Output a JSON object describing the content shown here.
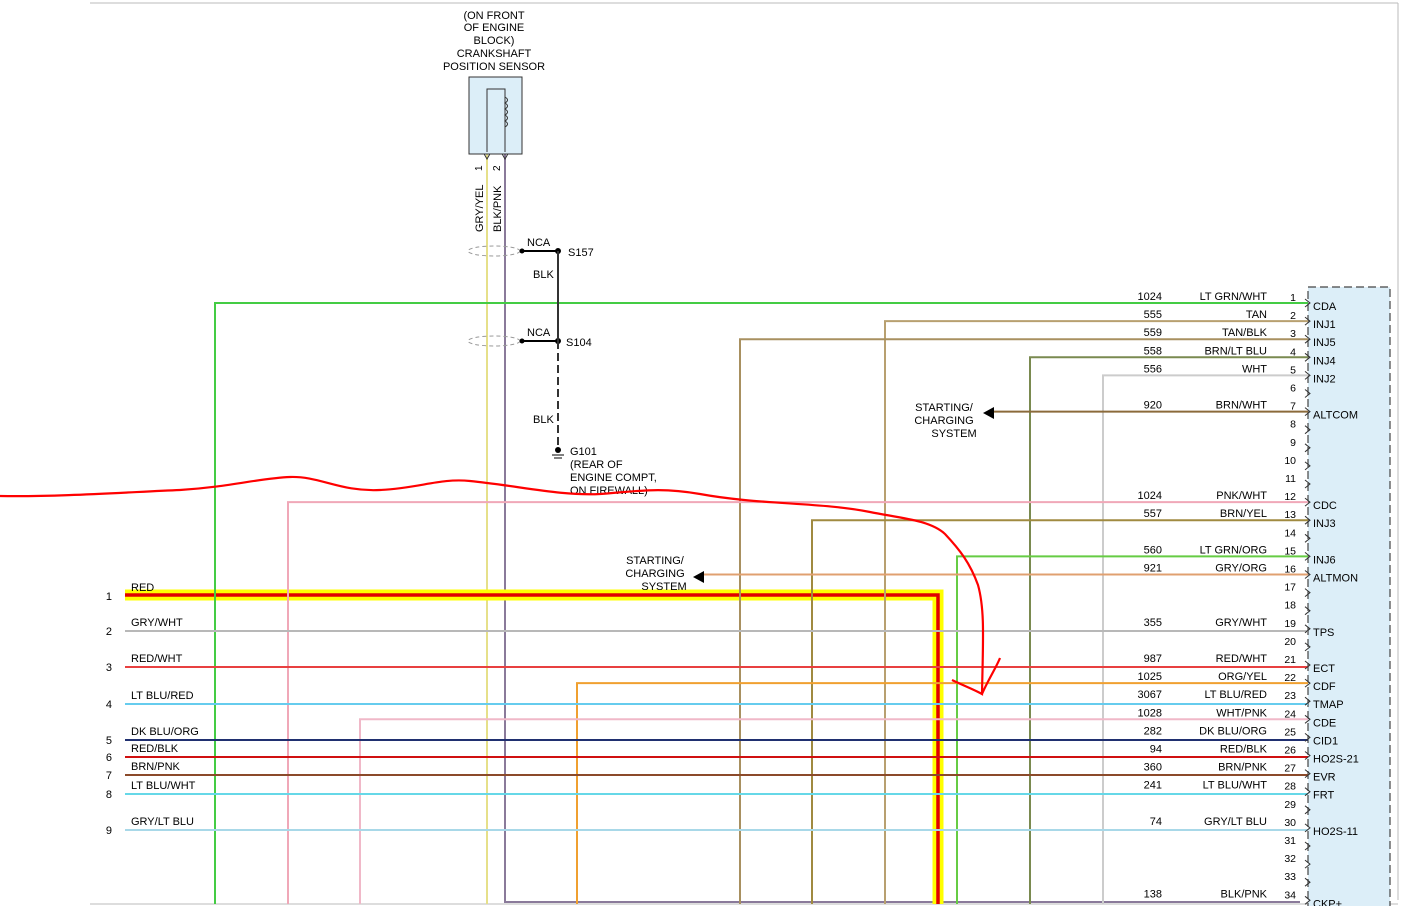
{
  "sensor": {
    "label_lines": [
      "(ON FRONT",
      "OF ENGINE",
      "BLOCK)",
      "CRANKSHAFT",
      "POSITION SENSOR"
    ],
    "pins": [
      "1",
      "2"
    ],
    "wires": [
      "GRY/YEL",
      "BLK/PNK"
    ]
  },
  "ground": {
    "nca_1": "NCA",
    "nca_2": "NCA",
    "splice_1": "S157",
    "splice_2": "S104",
    "wire_1": "BLK",
    "wire_2": "BLK",
    "ground_label_lines": [
      "G101",
      "(REAR OF",
      "ENGINE COMPT,",
      "ON FIREWALL)"
    ]
  },
  "arrow_labels": {
    "upper": [
      "STARTING/",
      "CHARGING",
      "SYSTEM"
    ],
    "lower": [
      "STARTING/",
      "CHARGING",
      "SYSTEM"
    ]
  },
  "left_connector": [
    {
      "pin": "1",
      "wire": "RED",
      "color": "#e00000"
    },
    {
      "pin": "2",
      "wire": "GRY/WHT",
      "color": "#b8b8b8"
    },
    {
      "pin": "3",
      "wire": "RED/WHT",
      "color": "#e84040"
    },
    {
      "pin": "4",
      "wire": "LT BLU/RED",
      "color": "#66ccee"
    },
    {
      "pin": "5",
      "wire": "DK BLU/ORG",
      "color": "#203070"
    },
    {
      "pin": "6",
      "wire": "RED/BLK",
      "color": "#d01010"
    },
    {
      "pin": "7",
      "wire": "BRN/PNK",
      "color": "#8b4a2a"
    },
    {
      "pin": "8",
      "wire": "LT BLU/WHT",
      "color": "#66d8e8"
    },
    {
      "pin": "9",
      "wire": "GRY/LT BLU",
      "color": "#a8d8e8"
    }
  ],
  "pcm_pins": [
    {
      "pin": "1",
      "circuit": "1024",
      "wire": "LT GRN/WHT",
      "func": "CDA",
      "color": "#44cc44"
    },
    {
      "pin": "2",
      "circuit": "555",
      "wire": "TAN",
      "func": "INJ1",
      "color": "#b8a070"
    },
    {
      "pin": "3",
      "circuit": "559",
      "wire": "TAN/BLK",
      "func": "INJ5",
      "color": "#a89060"
    },
    {
      "pin": "4",
      "circuit": "558",
      "wire": "BRN/LT BLU",
      "func": "INJ4",
      "color": "#7a8a50"
    },
    {
      "pin": "5",
      "circuit": "556",
      "wire": "WHT",
      "func": "INJ2",
      "color": "#cccccc"
    },
    {
      "pin": "6",
      "circuit": "",
      "wire": "",
      "func": "",
      "color": ""
    },
    {
      "pin": "7",
      "circuit": "920",
      "wire": "BRN/WHT",
      "func": "ALTCOM",
      "color": "#8b6a3a"
    },
    {
      "pin": "8",
      "circuit": "",
      "wire": "",
      "func": "",
      "color": ""
    },
    {
      "pin": "9",
      "circuit": "",
      "wire": "",
      "func": "",
      "color": ""
    },
    {
      "pin": "10",
      "circuit": "",
      "wire": "",
      "func": "",
      "color": ""
    },
    {
      "pin": "11",
      "circuit": "",
      "wire": "",
      "func": "",
      "color": ""
    },
    {
      "pin": "12",
      "circuit": "1024",
      "wire": "PNK/WHT",
      "func": "CDC",
      "color": "#f0a8b8"
    },
    {
      "pin": "13",
      "circuit": "557",
      "wire": "BRN/YEL",
      "func": "INJ3",
      "color": "#a08a40"
    },
    {
      "pin": "14",
      "circuit": "",
      "wire": "",
      "func": "",
      "color": ""
    },
    {
      "pin": "15",
      "circuit": "560",
      "wire": "LT GRN/ORG",
      "func": "INJ6",
      "color": "#66cc44"
    },
    {
      "pin": "16",
      "circuit": "921",
      "wire": "GRY/ORG",
      "func": "ALTMON",
      "color": "#e0a070"
    },
    {
      "pin": "17",
      "circuit": "",
      "wire": "",
      "func": "",
      "color": ""
    },
    {
      "pin": "18",
      "circuit": "",
      "wire": "",
      "func": "",
      "color": ""
    },
    {
      "pin": "19",
      "circuit": "355",
      "wire": "GRY/WHT",
      "func": "TPS",
      "color": "#b8b8b8"
    },
    {
      "pin": "20",
      "circuit": "",
      "wire": "",
      "func": "",
      "color": ""
    },
    {
      "pin": "21",
      "circuit": "987",
      "wire": "RED/WHT",
      "func": "ECT",
      "color": "#e84040"
    },
    {
      "pin": "22",
      "circuit": "1025",
      "wire": "ORG/YEL",
      "func": "CDF",
      "color": "#f0a030"
    },
    {
      "pin": "23",
      "circuit": "3067",
      "wire": "LT BLU/RED",
      "func": "TMAP",
      "color": "#66ccee"
    },
    {
      "pin": "24",
      "circuit": "1028",
      "wire": "WHT/PNK",
      "func": "CDE",
      "color": "#f0b8c8"
    },
    {
      "pin": "25",
      "circuit": "282",
      "wire": "DK BLU/ORG",
      "func": "CID1",
      "color": "#203070"
    },
    {
      "pin": "26",
      "circuit": "94",
      "wire": "RED/BLK",
      "func": "HO2S-21",
      "color": "#d01010"
    },
    {
      "pin": "27",
      "circuit": "360",
      "wire": "BRN/PNK",
      "func": "EVR",
      "color": "#8b4a2a"
    },
    {
      "pin": "28",
      "circuit": "241",
      "wire": "LT BLU/WHT",
      "func": "FRT",
      "color": "#66d8e8"
    },
    {
      "pin": "29",
      "circuit": "",
      "wire": "",
      "func": "",
      "color": ""
    },
    {
      "pin": "30",
      "circuit": "74",
      "wire": "GRY/LT BLU",
      "func": "HO2S-11",
      "color": "#a8d8e8"
    },
    {
      "pin": "31",
      "circuit": "",
      "wire": "",
      "func": "",
      "color": ""
    },
    {
      "pin": "32",
      "circuit": "",
      "wire": "",
      "func": "",
      "color": ""
    },
    {
      "pin": "33",
      "circuit": "",
      "wire": "",
      "func": "",
      "color": ""
    },
    {
      "pin": "34",
      "circuit": "138",
      "wire": "BLK/PNK",
      "func": "CKP+",
      "color": "#8a7a9a"
    }
  ],
  "colors": {
    "highlight": "#ffff00",
    "red_wire": "#e00000",
    "annotation": "#ff0000",
    "connector_fill": "#dceef8",
    "sensor_fill": "#dceef8"
  }
}
